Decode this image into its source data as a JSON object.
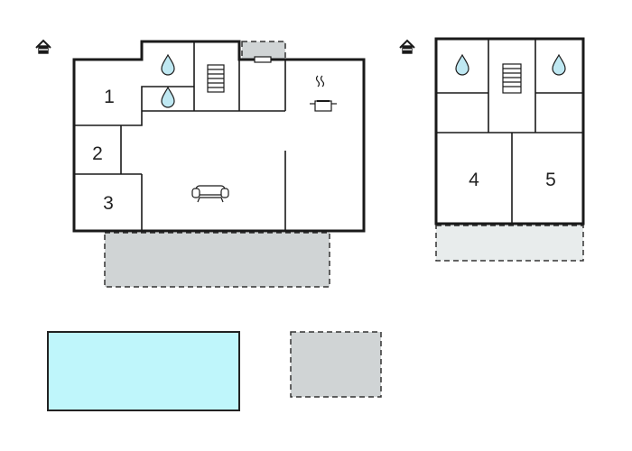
{
  "floorplan": {
    "ground_floor": {
      "icon": "house-icon",
      "rooms": [
        {
          "id": "room-1",
          "label": "1"
        },
        {
          "id": "room-2",
          "label": "2"
        },
        {
          "id": "room-3",
          "label": "3"
        }
      ],
      "fixtures": [
        "water-drop-icon",
        "water-drop-icon",
        "staircase-icon",
        "cooking-pot-icon",
        "sofa-icon"
      ]
    },
    "upper_floor": {
      "icon": "house-icon",
      "rooms": [
        {
          "id": "room-4",
          "label": "4"
        },
        {
          "id": "room-5",
          "label": "5"
        }
      ],
      "fixtures": [
        "water-drop-icon",
        "staircase-icon",
        "water-drop-icon"
      ]
    },
    "outdoor": [
      "terrace",
      "terrace",
      "terrace",
      "swimming-pool",
      "terrace"
    ]
  },
  "colors": {
    "wall": "#1a1a1a",
    "terrace": "#d0d4d5",
    "terrace_light": "#e8ecec",
    "pool": "#bff6fb",
    "water": "#bfe8f2"
  }
}
